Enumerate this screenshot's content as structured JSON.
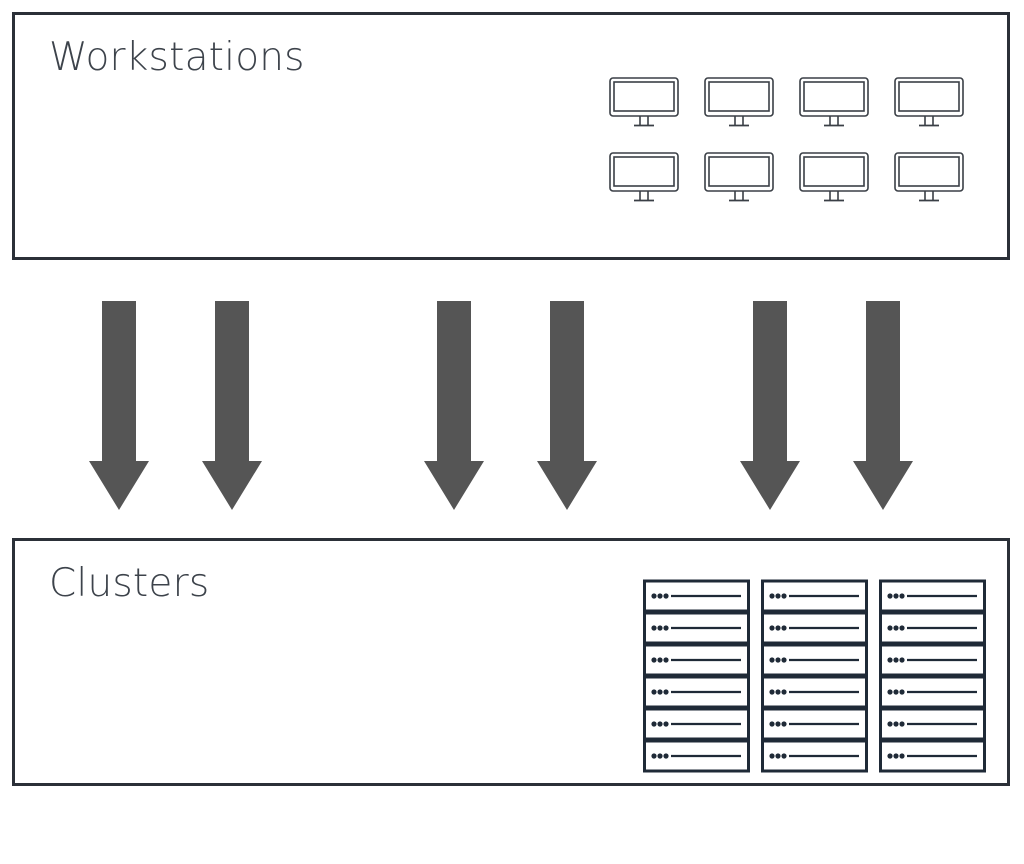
{
  "workstations": {
    "title": "Workstations",
    "monitor_rows": 2,
    "monitor_cols": 4,
    "icon": "monitor-icon"
  },
  "clusters": {
    "title": "Clusters",
    "rack_count": 3,
    "units_per_rack": 6,
    "icon": "server-rack-icon"
  },
  "flow": {
    "arrow_count": 6,
    "direction": "down",
    "arrow_color": "#555555",
    "icon": "arrow-down-icon"
  },
  "colors": {
    "border": "#2b3038",
    "icon_stroke": "#3a3f46",
    "server_stroke": "#1f2a37",
    "title_text": "#3d434b"
  }
}
